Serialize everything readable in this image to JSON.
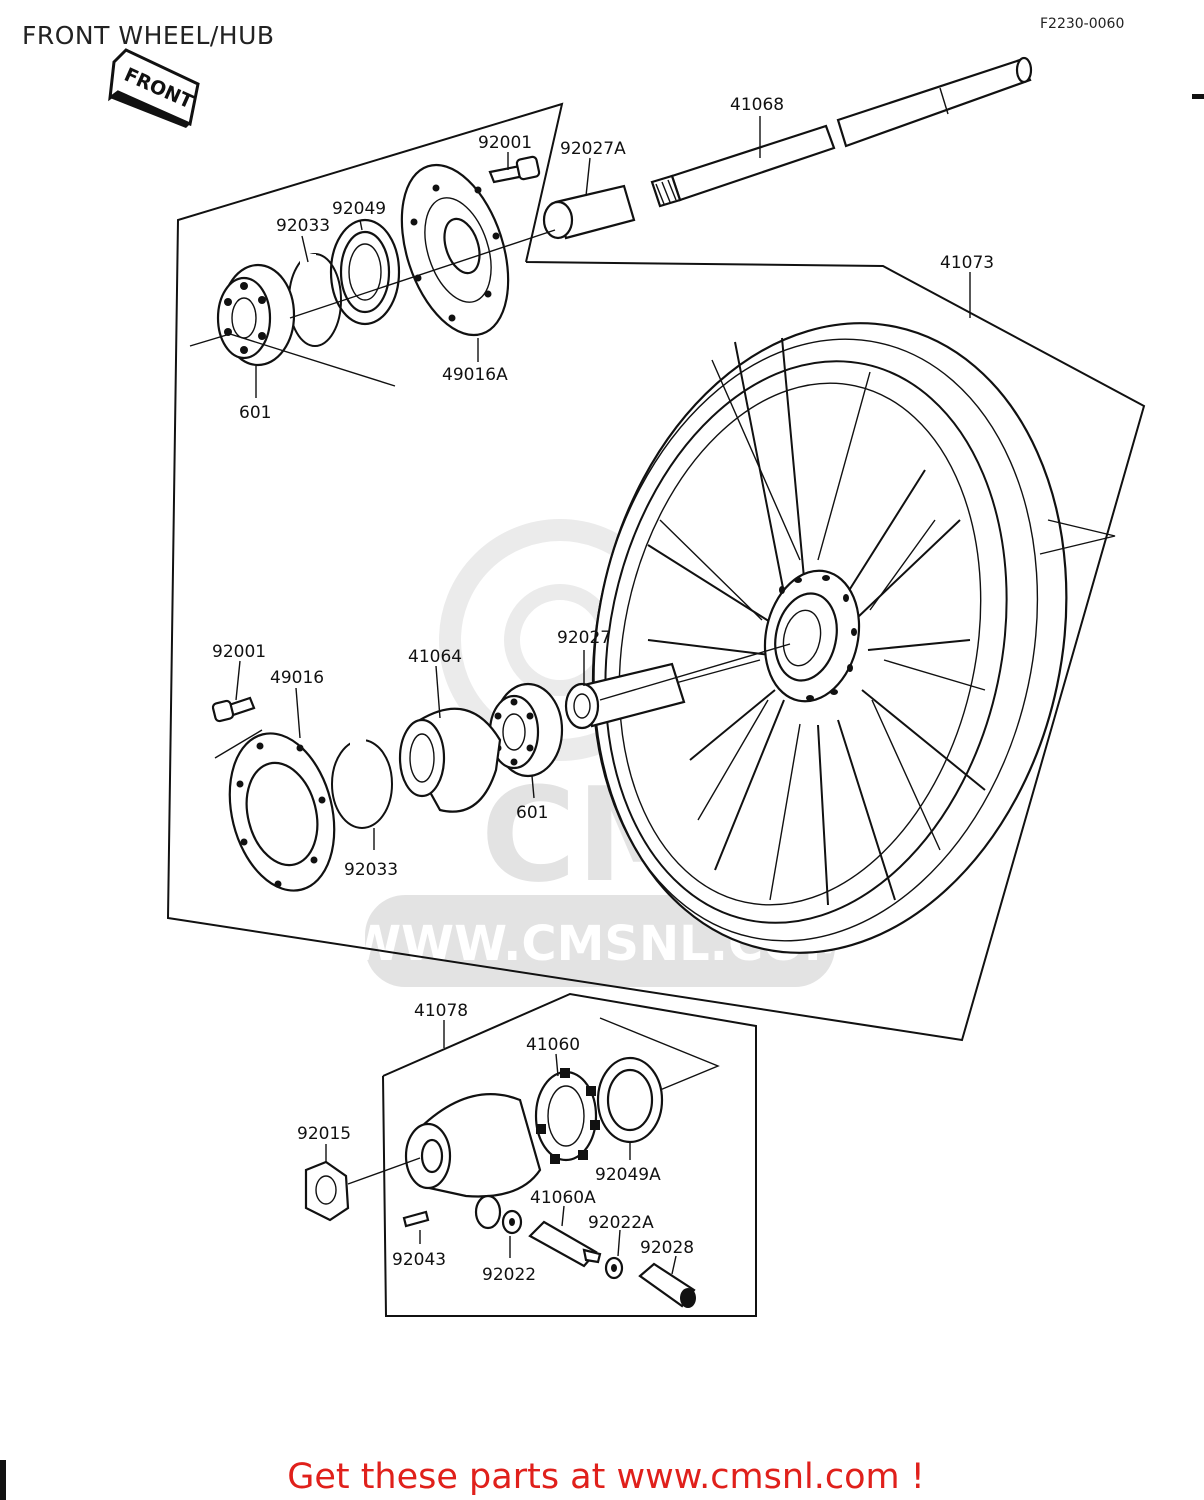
{
  "diagram": {
    "title": "FRONT WHEEL/HUB",
    "code": "F2230-0060",
    "front_arrow_label": "FRONT",
    "watermark": {
      "brand": "CMS",
      "url": "WWW.CMSNL.COM"
    },
    "footer": "Get these parts at www.cmsnl.com !",
    "colors": {
      "footer": "#e0201b",
      "line": "#111111",
      "watermark": "#e3e3e3"
    },
    "parts": [
      "41068",
      "92001",
      "92027A",
      "92049",
      "92033",
      "41073",
      "49016A",
      "601",
      "92001",
      "49016",
      "41064",
      "92027",
      "601",
      "92033",
      "41078",
      "41060",
      "92015",
      "92049A",
      "41060A",
      "92022A",
      "92028",
      "92043",
      "92022"
    ]
  }
}
